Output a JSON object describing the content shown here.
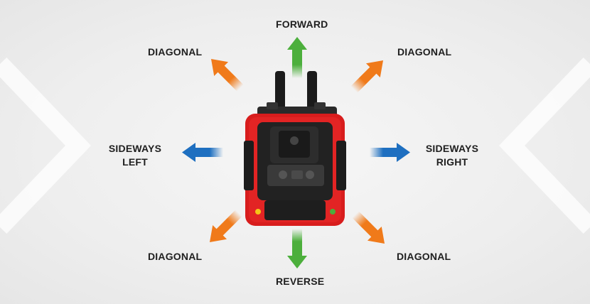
{
  "labels": {
    "forward": "FORWARD",
    "reverse": "REVERSE",
    "diagonal_top_left": "DIAGONAL",
    "diagonal_top_right": "DIAGONAL",
    "diagonal_bottom_left": "DIAGONAL",
    "diagonal_bottom_right": "DIAGONAL",
    "sideways_left_line1": "SIDEWAYS",
    "sideways_left_line2": "LEFT",
    "sideways_right_line1": "SIDEWAYS",
    "sideways_right_line2": "RIGHT"
  },
  "colors": {
    "forward_reverse": "#4caf3c",
    "diagonal": "#f07a1a",
    "sideways": "#1e6fc0",
    "vehicle_body": "#e01f1f",
    "background": "#efefef"
  }
}
